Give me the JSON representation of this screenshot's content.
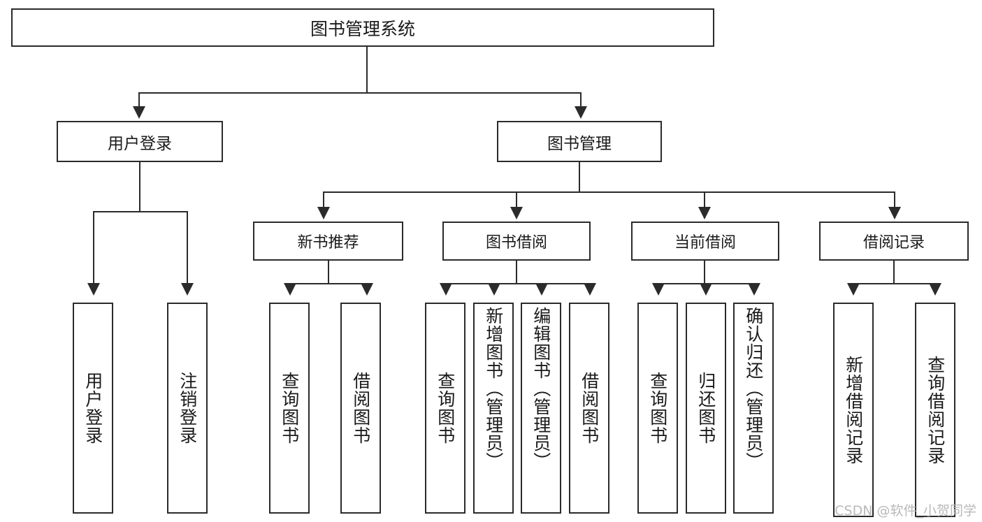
{
  "diagram": {
    "title": "图书管理系统",
    "type": "functional-structure-tree",
    "root": {
      "label": "图书管理系统",
      "children": [
        {
          "label": "用户登录",
          "children": [
            {
              "label": "用户登录"
            },
            {
              "label": "注销登录"
            }
          ]
        },
        {
          "label": "图书管理",
          "children": [
            {
              "label": "新书推荐",
              "children": [
                {
                  "label": "查询图书"
                },
                {
                  "label": "借阅图书"
                }
              ]
            },
            {
              "label": "图书借阅",
              "children": [
                {
                  "label": "查询图书"
                },
                {
                  "label": "新增图书（管理员）"
                },
                {
                  "label": "编辑图书（管理员）"
                },
                {
                  "label": "借阅图书"
                }
              ]
            },
            {
              "label": "当前借阅",
              "children": [
                {
                  "label": "查询图书"
                },
                {
                  "label": "归还图书"
                },
                {
                  "label": "确认归还（管理员）"
                }
              ]
            },
            {
              "label": "借阅记录",
              "children": [
                {
                  "label": "新增借阅记录"
                },
                {
                  "label": "查询借阅记录"
                }
              ]
            }
          ]
        }
      ]
    }
  },
  "watermark": {
    "text": "CSDN @软件_小贺同学"
  },
  "colors": {
    "stroke": "#2b2b2b",
    "text": "#1a1a1a",
    "background": "#ffffff",
    "watermark": "#b9b9b9"
  }
}
